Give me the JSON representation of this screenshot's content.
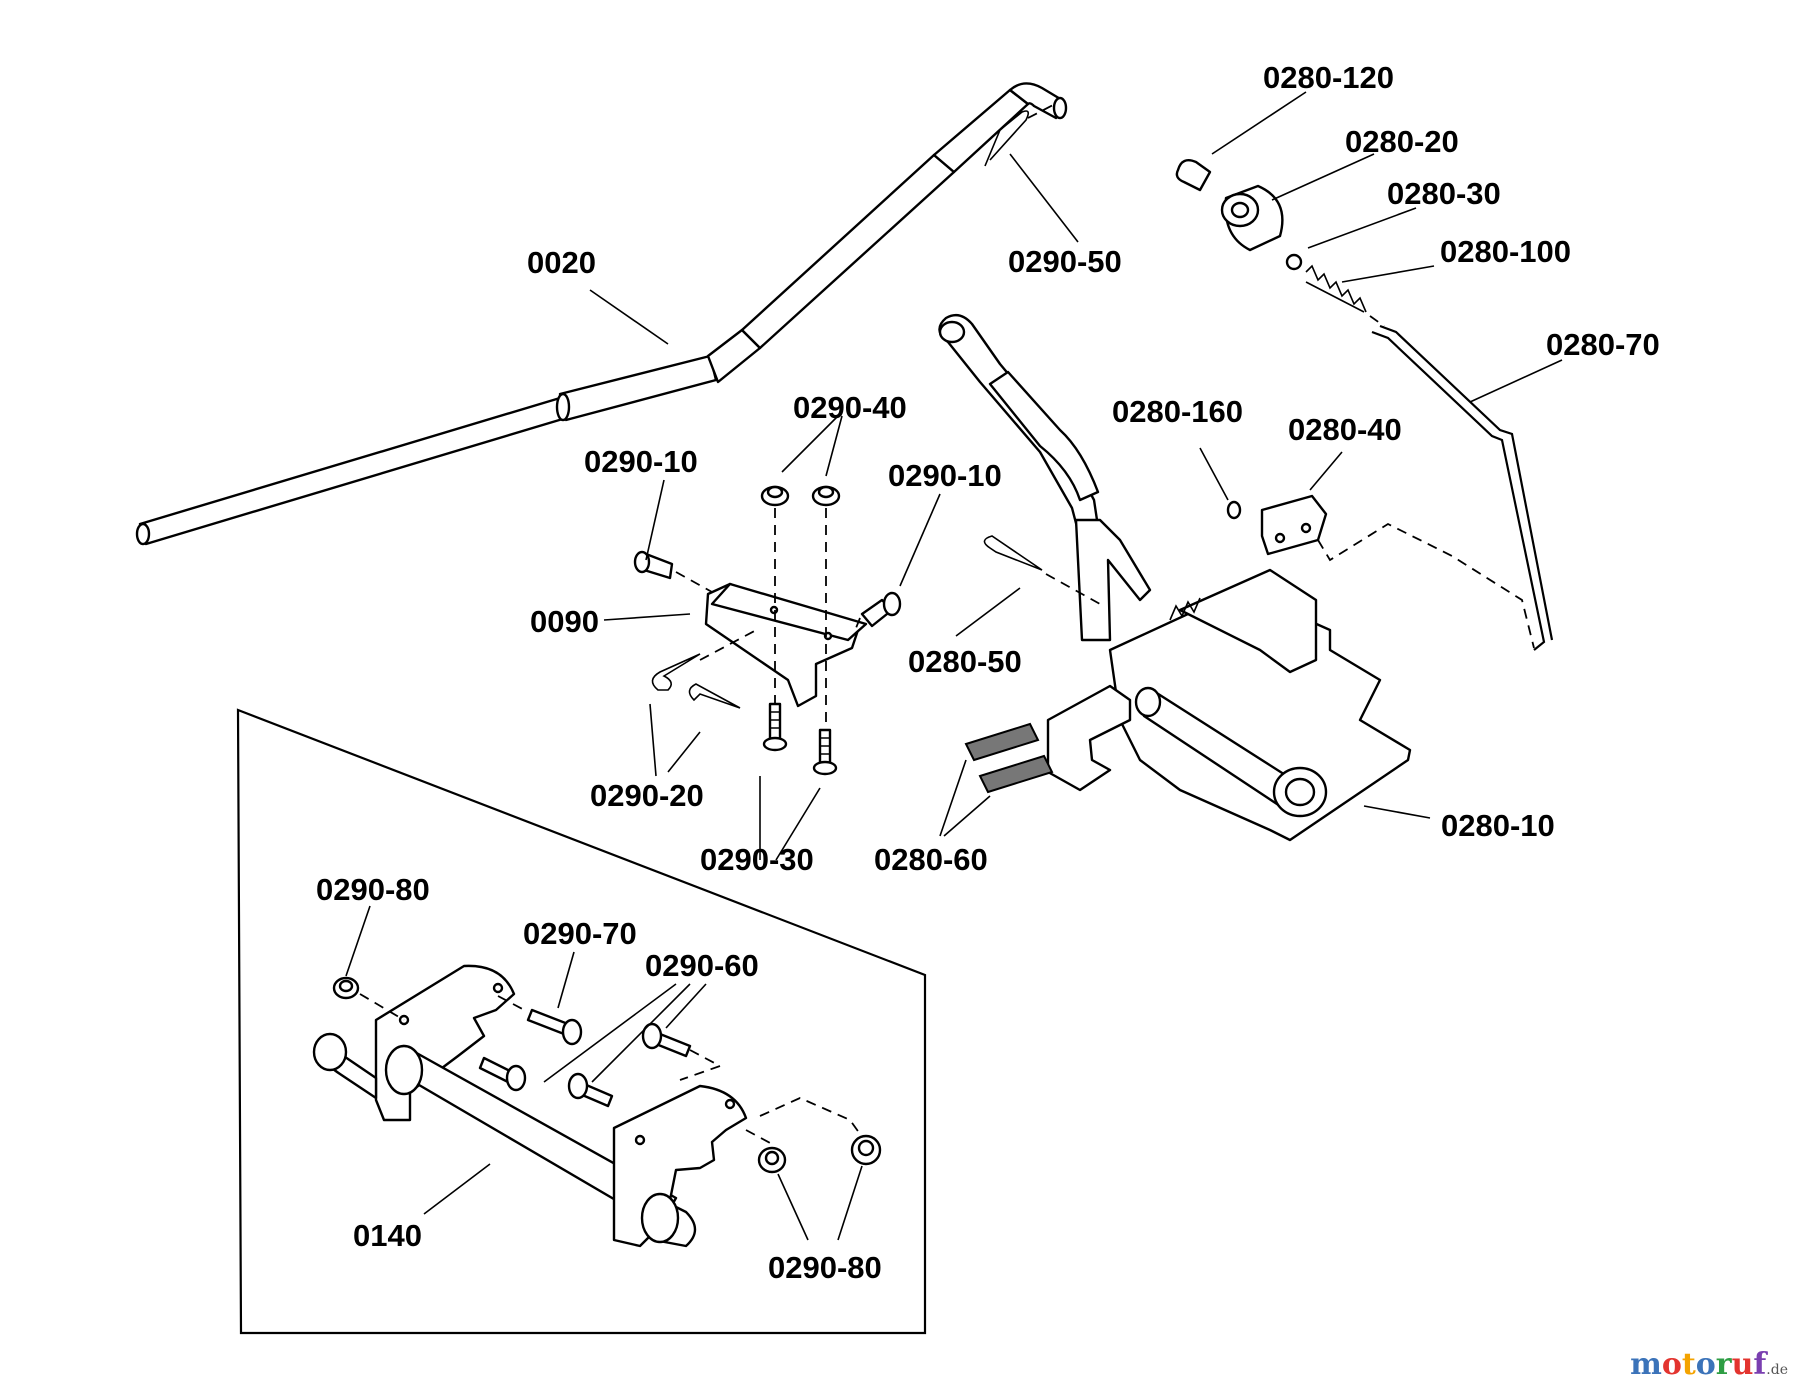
{
  "labels": {
    "p0020": "0020",
    "p0290_50": "0290-50",
    "p0280_120": "0280-120",
    "p0280_20": "0280-20",
    "p0280_30": "0280-30",
    "p0280_100": "0280-100",
    "p0280_70": "0280-70",
    "p0290_40": "0290-40",
    "p0290_10_left": "0290-10",
    "p0290_10_right": "0290-10",
    "p0280_160": "0280-160",
    "p0280_40": "0280-40",
    "p0090": "0090",
    "p0280_50": "0280-50",
    "p0290_20": "0290-20",
    "p0290_30": "0290-30",
    "p0280_60": "0280-60",
    "p0280_10": "0280-10",
    "p0290_80_top": "0290-80",
    "p0290_70": "0290-70",
    "p0290_60": "0290-60",
    "p0140": "0140",
    "p0290_80_bottom": "0290-80"
  },
  "watermark": {
    "brand": "motoruf",
    "suffix": ".de",
    "colors": [
      "#3b73b9",
      "#e3342f",
      "#f4a300",
      "#3b73b9",
      "#2e9e44",
      "#e3342f",
      "#7a3fb0"
    ]
  }
}
